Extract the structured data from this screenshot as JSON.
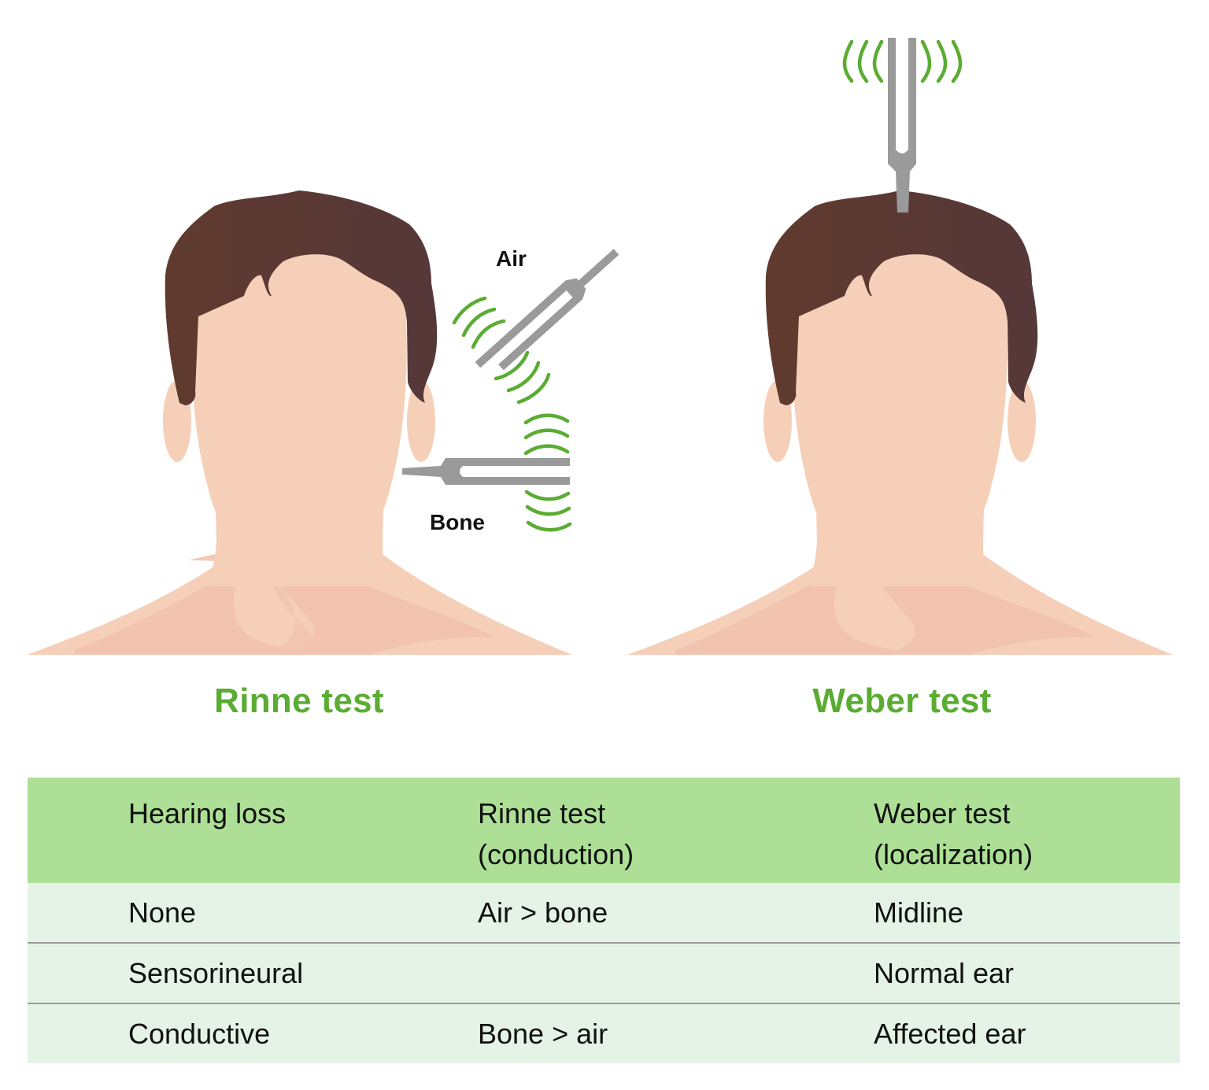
{
  "figure": {
    "left_panel": {
      "caption": "Rinne test",
      "labels": {
        "air": "Air",
        "bone": "Bone"
      }
    },
    "right_panel": {
      "caption": "Weber test"
    },
    "icons": [
      "head-silhouette-icon",
      "tuning-fork-icon",
      "sound-wave-icon"
    ],
    "colors": {
      "hair": "#5a3a32",
      "skin": "#f6cfb8",
      "skin_shadow": "#f2c4b0",
      "fork": "#9a9a9a",
      "wave": "#5aac32",
      "caption": "#5aac32"
    }
  },
  "table": {
    "colors": {
      "header_bg": "#ade096",
      "row_bg": "#e4f3e6",
      "divider": "#9a9a9a"
    },
    "headers": [
      {
        "line1": "Hearing loss",
        "line2": ""
      },
      {
        "line1": "Rinne test",
        "line2": "(conduction)"
      },
      {
        "line1": "Weber test",
        "line2": "(localization)"
      }
    ],
    "rows": [
      {
        "hearing_loss": "None",
        "rinne": "Air > bone",
        "weber": "Midline"
      },
      {
        "hearing_loss": "Sensorineural",
        "rinne": "",
        "weber": "Normal ear"
      },
      {
        "hearing_loss": "Conductive",
        "rinne": "Bone > air",
        "weber": "Affected ear"
      }
    ]
  }
}
